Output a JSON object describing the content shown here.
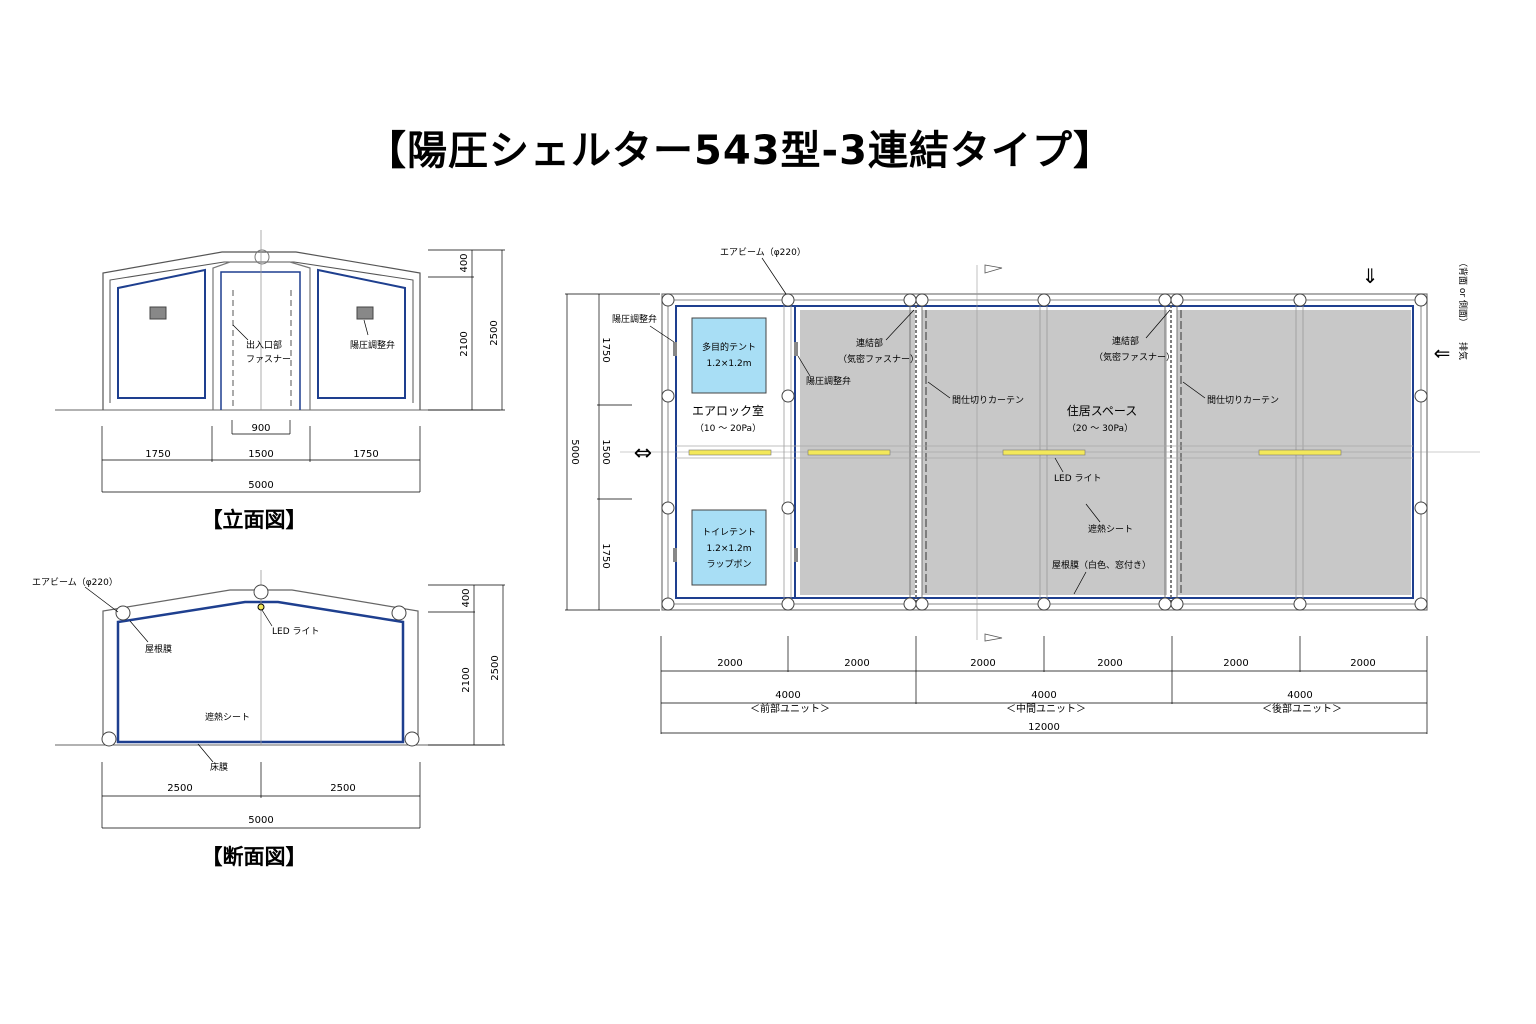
{
  "title": "【陽圧シェルター543型-3連結タイプ】",
  "elevation": {
    "caption": "【立面図】",
    "labels": {
      "entrance_fastener_1": "出入口部",
      "entrance_fastener_2": "ファスナー",
      "pressure_valve": "陽圧調整弁"
    },
    "dims": {
      "opening": "900",
      "left": "1750",
      "center": "1500",
      "right": "1750",
      "total": "5000",
      "roof": "400",
      "wall": "2100",
      "height": "2500"
    }
  },
  "section": {
    "caption": "【断面図】",
    "labels": {
      "air_beam": "エアビーム（φ220）",
      "roof_membrane": "屋根膜",
      "led_light": "LED ライト",
      "shade_sheet": "遮熱シート",
      "floor_membrane": "床膜"
    },
    "dims": {
      "left": "2500",
      "right": "2500",
      "total": "5000",
      "roof": "400",
      "wall": "2100",
      "height": "2500"
    }
  },
  "plan": {
    "labels": {
      "air_beam": "エアビーム（φ220）",
      "pressure_valve": "陽圧調整弁",
      "pressure_valve_2": "陽圧調整弁",
      "multi_tent_1": "多目的テント",
      "multi_tent_2": "1.2×1.2m",
      "airlock_1": "エアロック室",
      "airlock_2": "（10 ～ 20Pa）",
      "toilet_1": "トイレテント",
      "toilet_2": "1.2×1.2m",
      "toilet_3": "ラップポン",
      "joint_1a": "連結部",
      "joint_1b": "（気密ファスナー）",
      "joint_2a": "連結部",
      "joint_2b": "（気密ファスナー）",
      "curtain_1": "間仕切りカーテン",
      "curtain_2": "間仕切りカーテン",
      "living_1": "住居スペース",
      "living_2": "（20 ～ 30Pa）",
      "led_light": "LED ライト",
      "shade_sheet": "遮熱シート",
      "roof_membrane": "屋根膜（白色、窓付き）",
      "rear_exit": "（背面 or 側面）",
      "exhaust": "排気"
    },
    "dims": {
      "seg": [
        "2000",
        "2000",
        "2000",
        "2000",
        "2000",
        "2000"
      ],
      "units": [
        "4000",
        "4000",
        "4000"
      ],
      "unit_names": [
        "＜前部ユニット＞",
        "＜中間ユニット＞",
        "＜後部ユニット＞"
      ],
      "total": "12000",
      "v_total": "5000",
      "v_top": "1750",
      "v_mid": "1500",
      "v_bot": "1750"
    },
    "arrows": {
      "left": "⇔",
      "top": "⇓",
      "right": "⇐"
    }
  },
  "colors": {
    "blue_line": "#1e3f8f",
    "tent_fill": "#a8def5",
    "living_fill": "#c8c8c8",
    "led": "#f3e85a"
  }
}
